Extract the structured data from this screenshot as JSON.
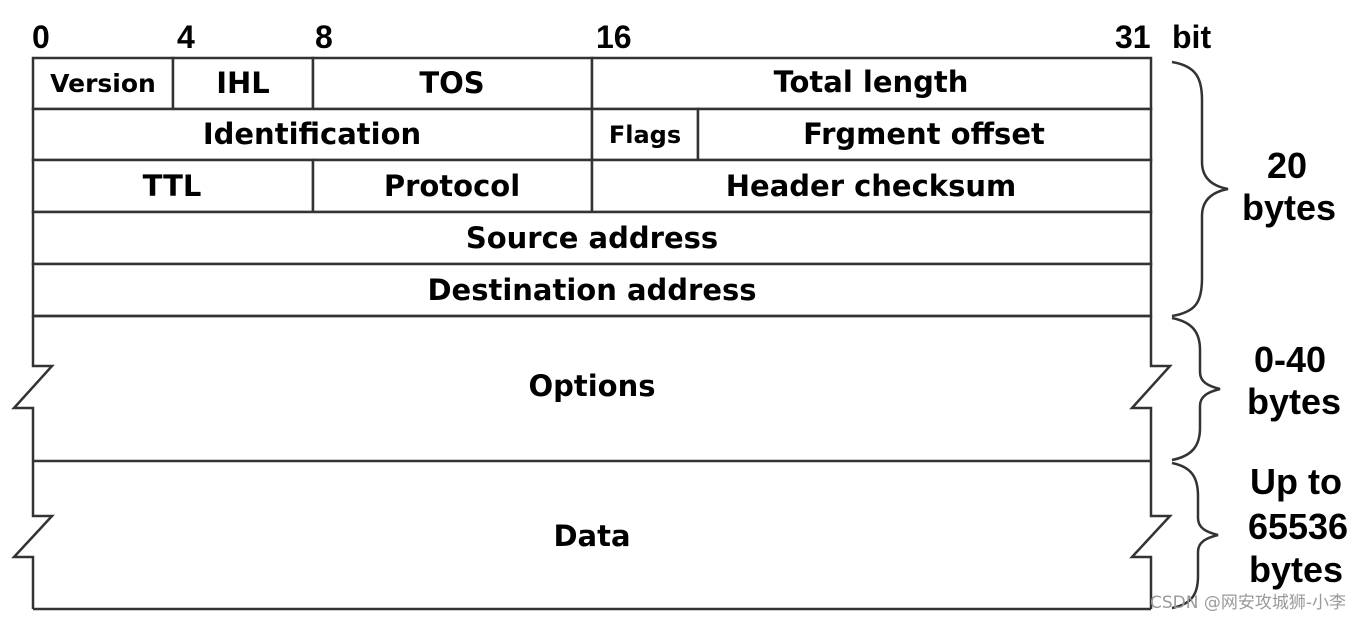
{
  "bit_markers": [
    "0",
    "4",
    "8",
    "16",
    "31"
  ],
  "bit_unit": "bit",
  "rows": [
    [
      {
        "label": "Version"
      },
      {
        "label": "IHL"
      },
      {
        "label": "TOS"
      },
      {
        "label": "Total length"
      }
    ],
    [
      {
        "label": "Identification"
      },
      {
        "label": "Flags"
      },
      {
        "label": "Frgment offset"
      }
    ],
    [
      {
        "label": "TTL"
      },
      {
        "label": "Protocol"
      },
      {
        "label": "Header checksum"
      }
    ],
    [
      {
        "label": "Source address"
      }
    ],
    [
      {
        "label": "Destination address"
      }
    ]
  ],
  "options_label": "Options",
  "data_label": "Data",
  "sizes": {
    "header": [
      "20",
      "bytes"
    ],
    "options": [
      "0-40",
      "bytes"
    ],
    "data": [
      "Up to",
      "65536",
      "bytes"
    ]
  },
  "watermark": "CSDN @网安攻城狮-小李"
}
